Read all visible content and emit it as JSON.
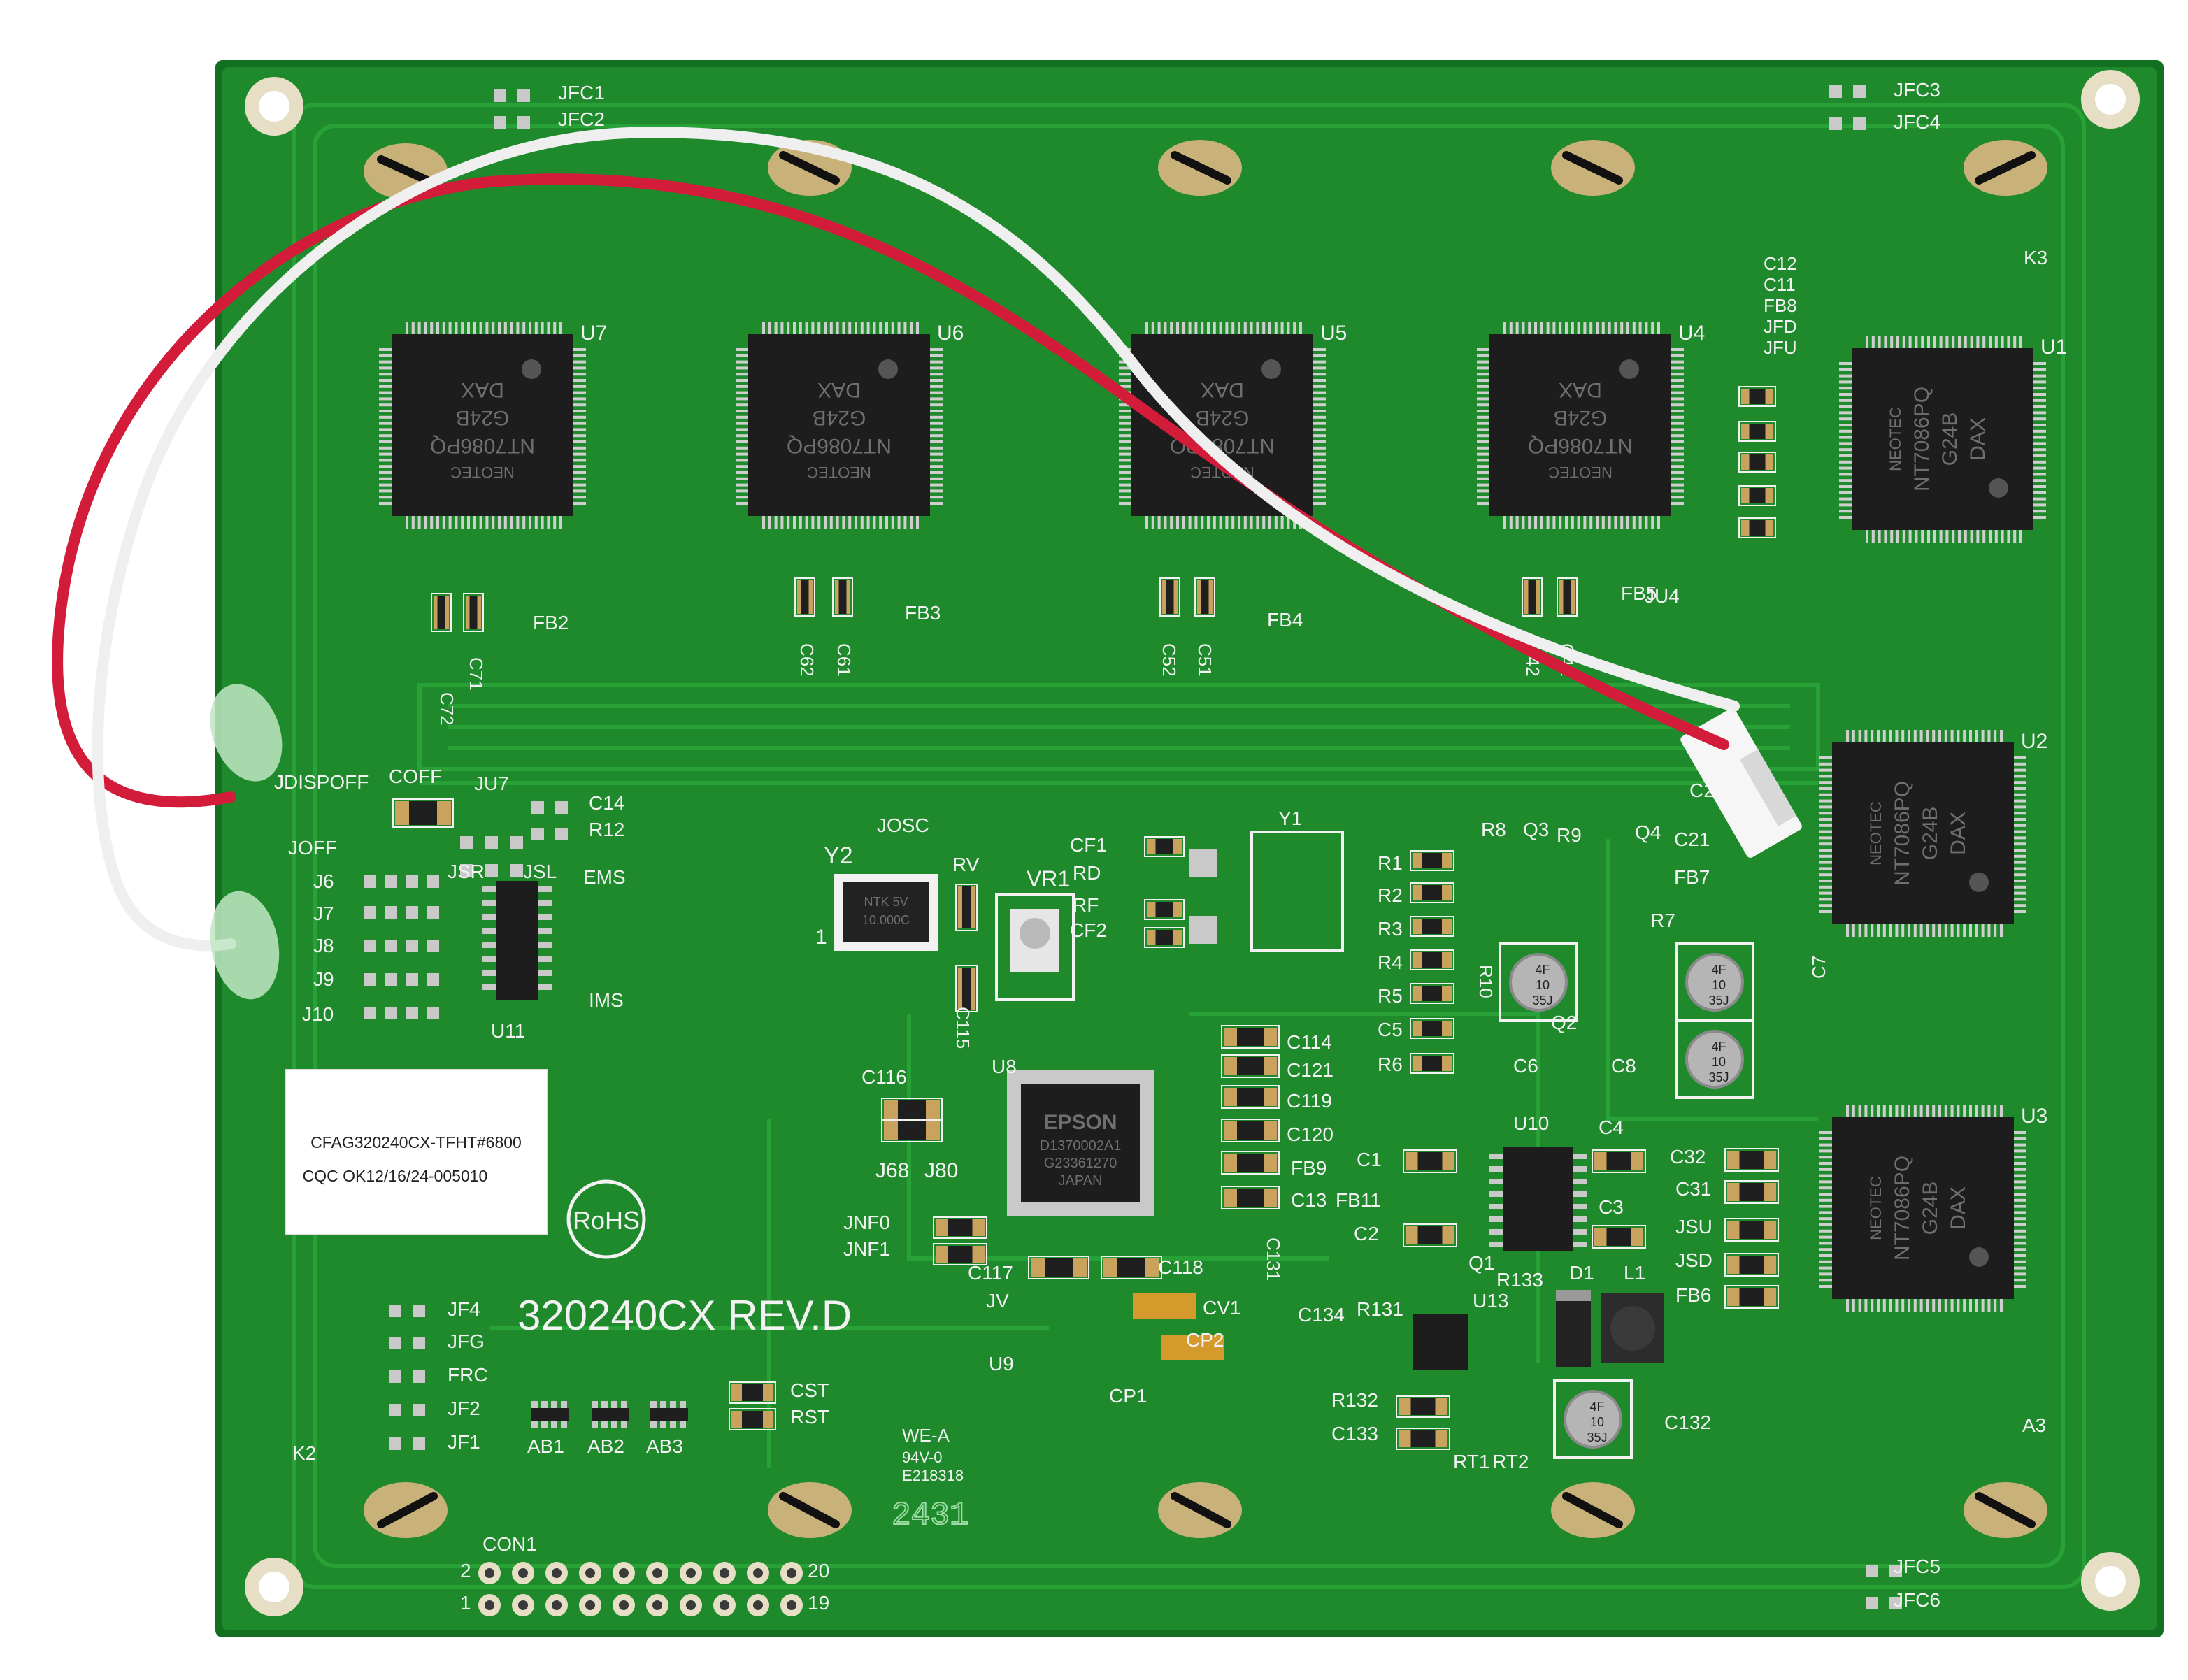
{
  "colors": {
    "pcb": "#1f8a2c",
    "pcb_edge": "#147021",
    "trace": "#2aa63a",
    "silkscreen": "#f2f2f2",
    "chip": "#1d1d1d",
    "pad": "#c9c9c9",
    "wire_red": "#d21c3a",
    "wire_white": "#efefef"
  },
  "board": {
    "model": "320240CX REV.D",
    "rohs": "RoHS",
    "manufacturer_mark": "WE-A",
    "ul_mark": "94V-0",
    "ul_file": "E218318",
    "date_code": "2431"
  },
  "label_sticker": {
    "line1": "CFAG320240CX-TFHT#6800",
    "line2": "CQC OK12/16/24-005010"
  },
  "chips": {
    "driver": {
      "brand": "NEOTEC",
      "part": "NT7086PQ",
      "code": "G24B",
      "suffix": "DAX",
      "refs": [
        "U7",
        "U6",
        "U5",
        "U4",
        "U1",
        "U2",
        "U3"
      ]
    },
    "controller": {
      "ref": "U8",
      "brand": "EPSON",
      "line1": "D1370002A1",
      "line2": "G23361270",
      "line3": "JAPAN"
    }
  },
  "connector": {
    "ref": "CON1",
    "pin_left_top": "2",
    "pin_left_bottom": "1",
    "pin_right_top": "20",
    "pin_right_bottom": "19"
  },
  "crystal": {
    "ref": "Y2",
    "marking1": "NTK 5V",
    "marking2": "10.000C",
    "pin1": "1"
  },
  "silkscreen_labels": {
    "jfc1": "JFC1",
    "jfc2": "JFC2",
    "jfc3": "JFC3",
    "jfc4": "JFC4",
    "jfc5": "JFC5",
    "jfc6": "JFC6",
    "k3": "K3",
    "k2": "K2",
    "a3": "A3",
    "c12": "C12",
    "c11": "C11",
    "fb8": "FB8",
    "jfd": "JFD",
    "jfu": "JFU",
    "fb2": "FB2",
    "c72": "C72",
    "c71": "C71",
    "fb3": "FB3",
    "c62": "C62",
    "c61": "C61",
    "fb4": "FB4",
    "c52": "C52",
    "c51": "C51",
    "fb5": "FB5",
    "c42": "C42",
    "c41": "C41",
    "ju4": "JU4",
    "jdispoff": "JDISPOFF",
    "coff": "COFF",
    "ju7": "JU7",
    "c14": "C14",
    "r12": "R12",
    "joff": "JOFF",
    "j6": "J6",
    "j7": "J7",
    "j8": "J8",
    "j9": "J9",
    "j10": "J10",
    "jsr": "JSR",
    "jsl": "JSL",
    "ems": "EMS",
    "ims": "IMS",
    "u11": "U11",
    "josc": "JOSC",
    "rv": "RV",
    "vr1": "VR1",
    "rf": "RF",
    "cf1": "CF1",
    "rd": "RD",
    "cf2": "CF2",
    "y1": "Y1",
    "c115": "C115",
    "r1": "R1",
    "r2": "R2",
    "r3": "R3",
    "r4": "R4",
    "r5": "R5",
    "r6": "R6",
    "c5": "C5",
    "r8": "R8",
    "q3": "Q3",
    "r9": "R9",
    "q4": "Q4",
    "r7": "R7",
    "r10": "R10",
    "q2": "Q2",
    "c6": "C6",
    "c8": "C8",
    "c2x": "C2",
    "c21": "C21",
    "fb7": "FB7",
    "c7": "C7",
    "c114": "C114",
    "c121": "C121",
    "c119": "C119",
    "c120": "C120",
    "fb9": "FB9",
    "c13": "C13",
    "fb11": "FB11",
    "c116": "C116",
    "j68": "J68",
    "j80": "J80",
    "jnf0": "JNF0",
    "jnf1": "JNF1",
    "c117": "C117",
    "c118": "C118",
    "jv": "JV",
    "cv1": "CV1",
    "u9": "U9",
    "cp2": "CP2",
    "cp1": "CP1",
    "c1": "C1",
    "c1b": "C2",
    "u10": "U10",
    "c4": "C4",
    "c3": "C3",
    "c32": "C32",
    "c31": "C31",
    "jsu": "JSU",
    "jsd": "JSD",
    "fb6": "FB6",
    "q1": "Q1",
    "r133": "R133",
    "d1": "D1",
    "l1": "L1",
    "c131": "C131",
    "c134": "C134",
    "r131": "R131",
    "u13": "U13",
    "r132": "R132",
    "c133": "C133",
    "rt1": "RT1",
    "rt2": "RT2",
    "c132": "C132",
    "jf4": "JF4",
    "jfg": "JFG",
    "frc": "FRC",
    "jf2": "JF2",
    "jf1": "JF1",
    "cst": "CST",
    "rst": "RST",
    "ab1": "AB1",
    "ab2": "AB2",
    "ab3": "AB3"
  },
  "cap_marking": {
    "line1": "4F",
    "line2": "10",
    "line3": "35J"
  }
}
